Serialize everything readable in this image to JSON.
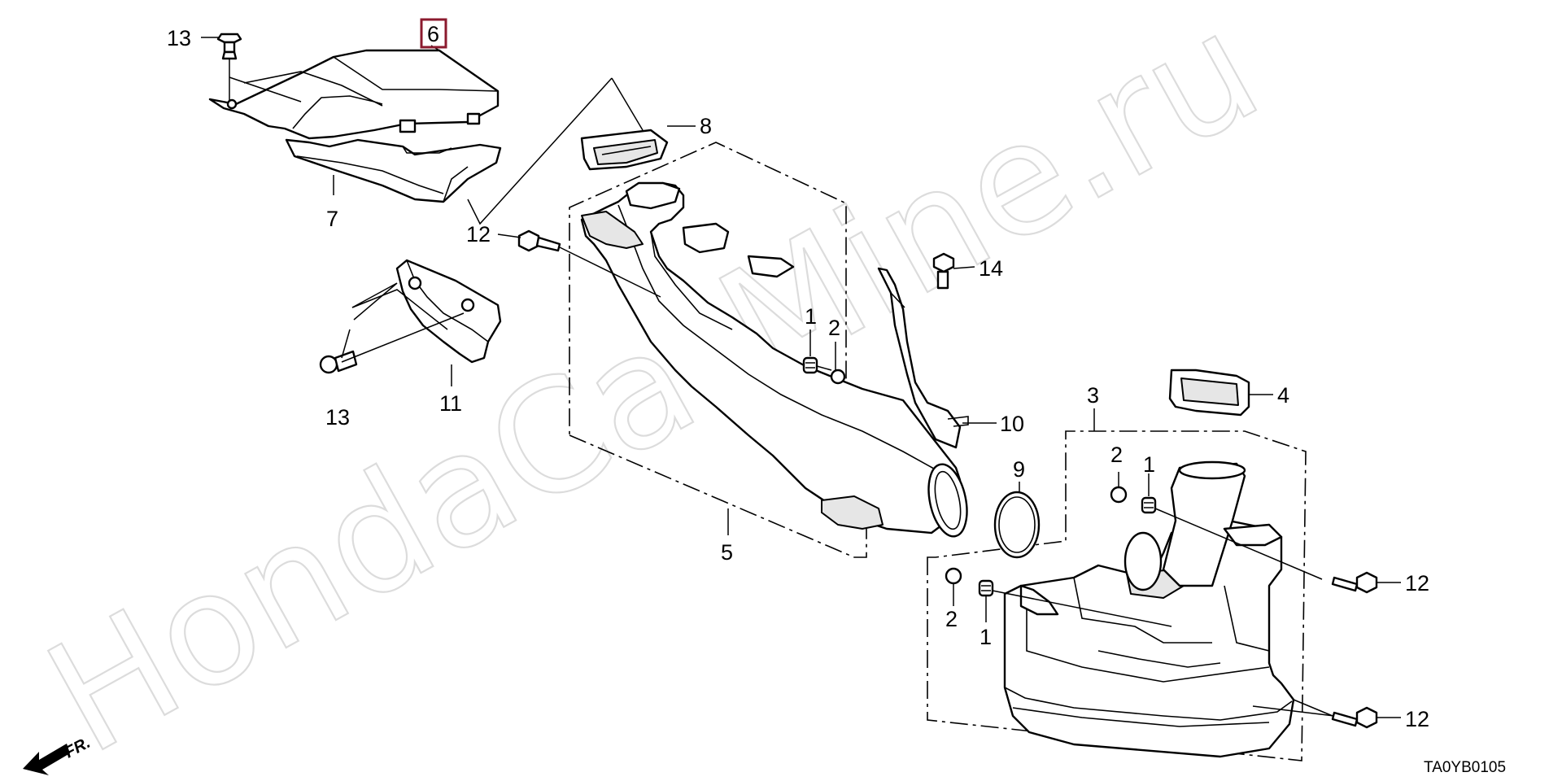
{
  "watermark": "HondaCarMine.ru",
  "diagram_code": "TA0YB0105",
  "direction_label": "FR.",
  "highlight_color": "#8b1a2e",
  "callouts": {
    "c13_top": "13",
    "c6": "6",
    "c7": "7",
    "c8": "8",
    "c12_left": "12",
    "c11": "11",
    "c13_bottom": "13",
    "c1_mid": "1",
    "c2_mid": "2",
    "c14": "14",
    "c10": "10",
    "c9": "9",
    "c5": "5",
    "c3": "3",
    "c4": "4",
    "c2_right": "2",
    "c1_right": "1",
    "c12_right_top": "12",
    "c2_lower": "2",
    "c1_lower": "1",
    "c12_right_bottom": "12"
  }
}
